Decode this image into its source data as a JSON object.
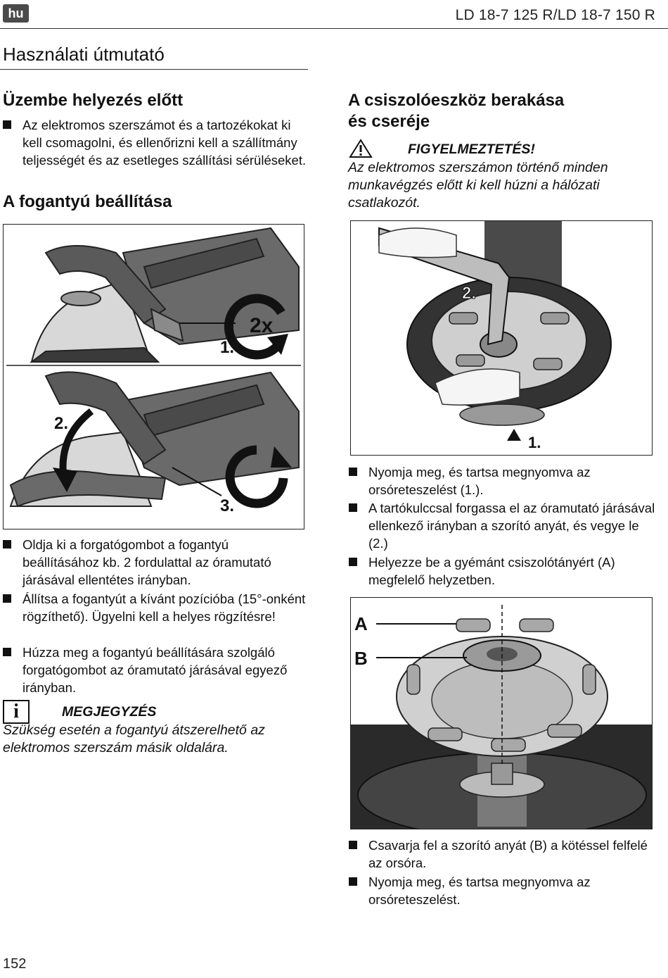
{
  "header": {
    "lang": "hu",
    "model": "LD 18-7 125 R/LD 18-7 150 R"
  },
  "section_title": "Használati útmutató",
  "left": {
    "before_use": {
      "heading": "Üzembe helyezés előtt",
      "bullets": [
        "Az elektromos szerszámot és a tartozékokat ki kell csomagolni, és ellenőrizni kell a szállítmány teljességét és az esetleges szállítási sérüléseket."
      ]
    },
    "handle": {
      "heading": "A fogantyú beállítása",
      "figure_labels": {
        "step1": "1.",
        "twox": "2x",
        "step2": "2.",
        "step3": "3."
      },
      "bullets": [
        "Oldja ki a forgatógombot a fogantyú beállításához kb. 2 fordulattal az óramutató járásával ellentétes irányban.",
        "Állítsa a fogantyút a kívánt pozícióba (15°-onként rögzíthető). Ügyelni kell a helyes rögzítésre!",
        "Húzza meg a fogantyú beállítására szolgáló forgatógombot az óramutató járásával egyező irányban."
      ]
    },
    "note": {
      "head": "MEGJEGYZÉS",
      "text": "Szükség esetén a fogantyú átszerelhető az elektromos szerszám másik oldalára."
    }
  },
  "right": {
    "tool_change": {
      "heading_line1": "A csiszolóeszköz berakása",
      "heading_line2": "és cseréje",
      "warning_head": "FIGYELMEZTETÉS!",
      "warning_text": "Az elektromos szerszámon történő minden munkavégzés előtt ki kell húzni a hálózati csatlakozót.",
      "figure_labels": {
        "step2": "2.",
        "step1": "1."
      },
      "bullets": [
        "Nyomja meg, és tartsa megnyomva az orsóreteszelést (1.).",
        "A tartókulccsal forgassa el az óramutató járásával ellenkező irányban a szorító anyát, és vegye le (2.)",
        "Helyezze be a gyémánt csiszolótányért (A) megfelelő helyzetben."
      ],
      "figure2_labels": {
        "a": "A",
        "b": "B"
      },
      "bullets2": [
        "Csavarja fel a szorító anyát (B) a kötéssel felfelé az orsóra.",
        "Nyomja meg, és tartsa megnyomva az orsóreteszelést."
      ]
    }
  },
  "page_number": "152"
}
